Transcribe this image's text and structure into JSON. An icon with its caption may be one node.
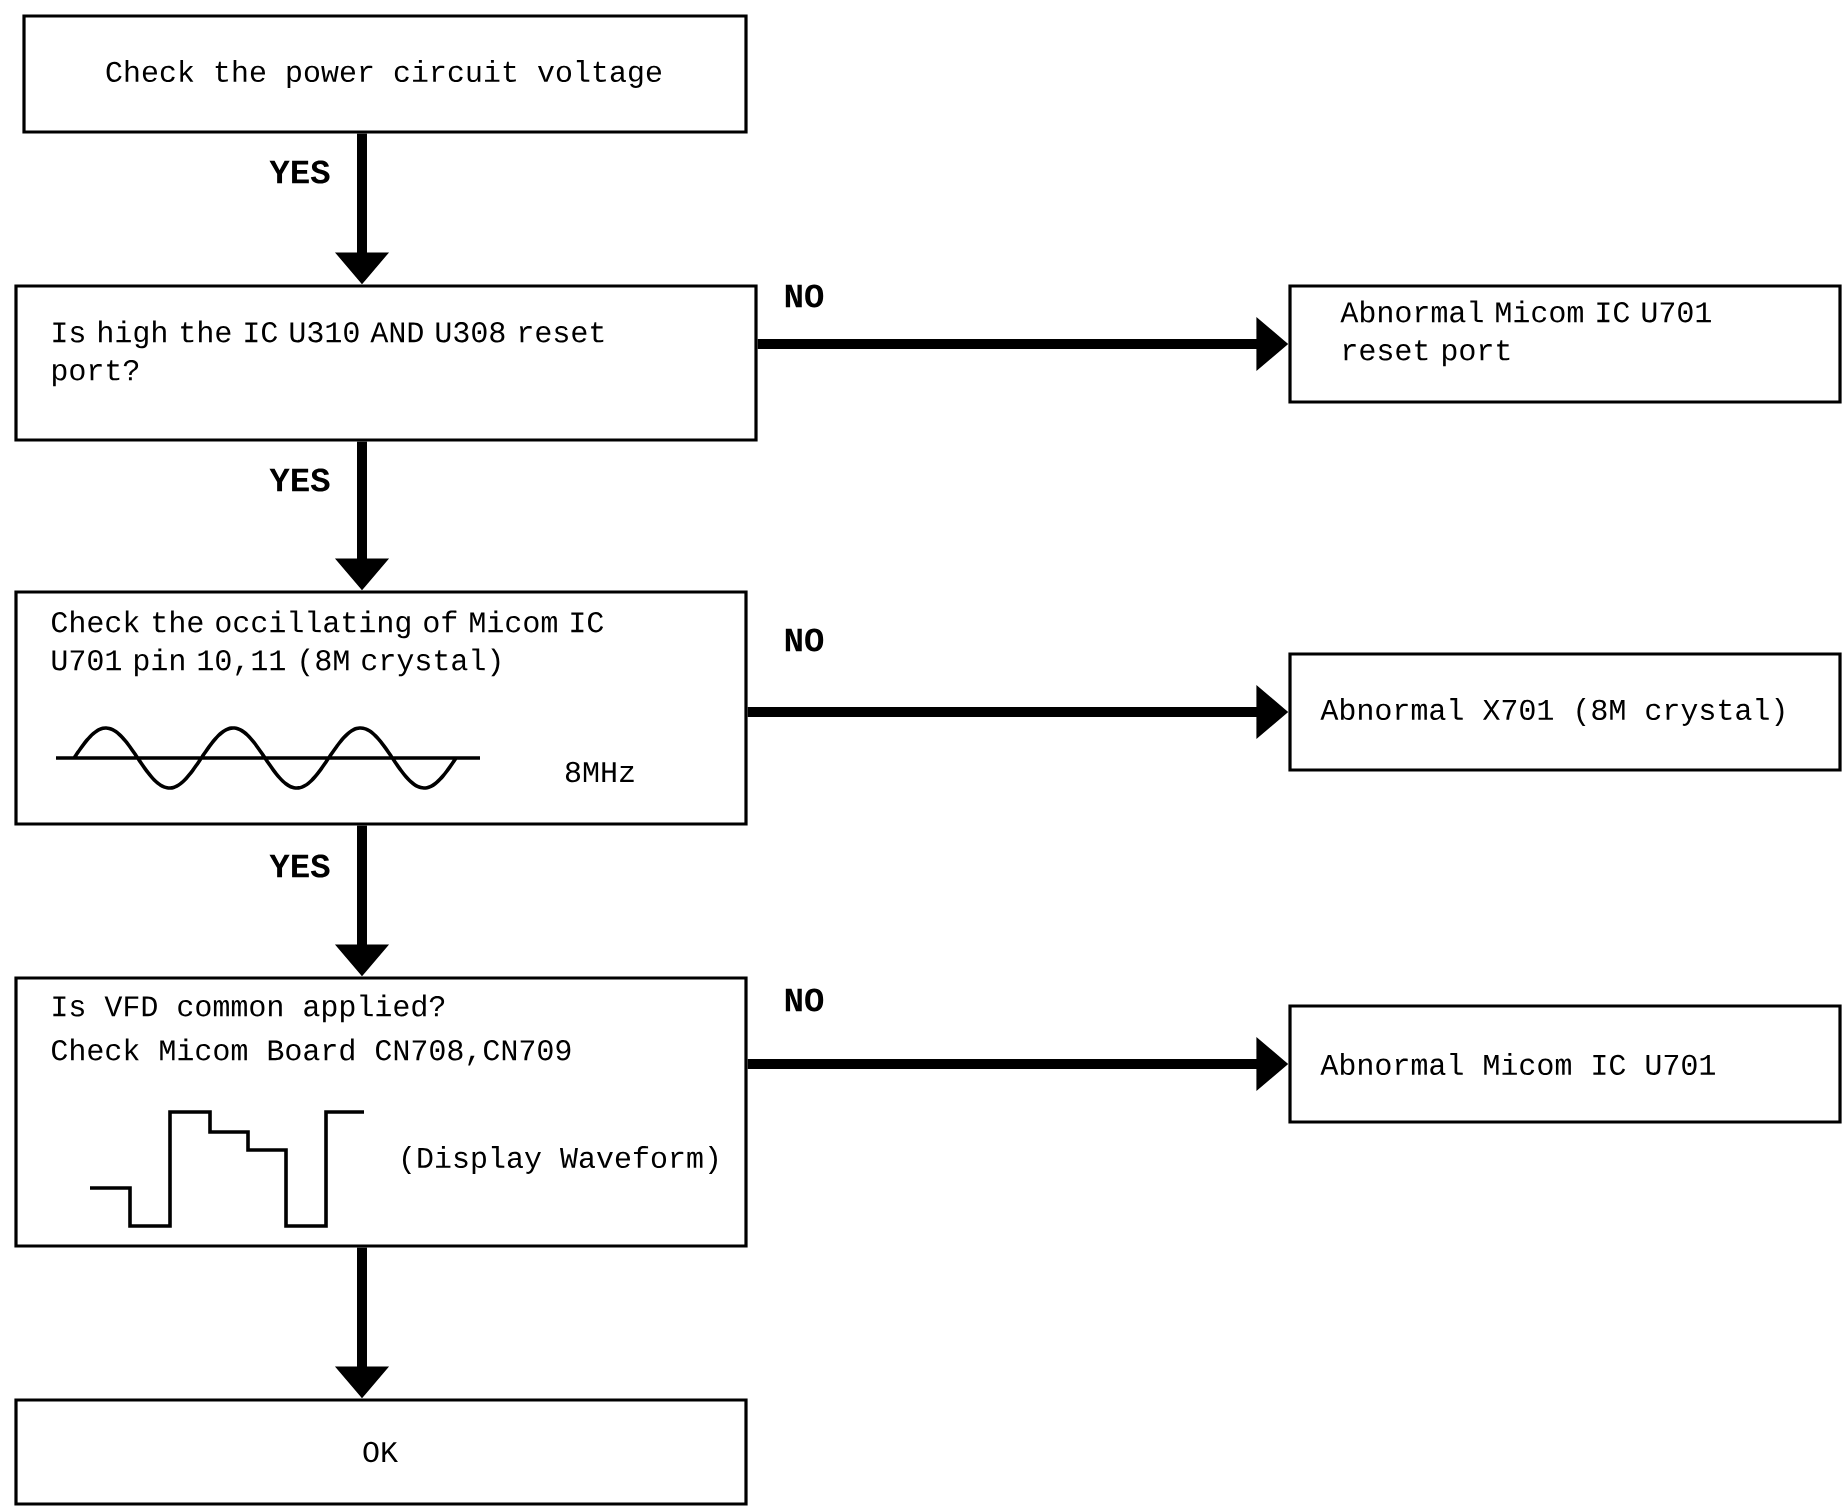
{
  "diagram": {
    "nodes": [
      {
        "text": [
          "Check the power circuit voltage"
        ]
      },
      {
        "text": [
          "Is high the IC U310 AND U308 reset port?"
        ]
      },
      {
        "text": [
          "Abnormal Micom IC U701 reset port"
        ]
      },
      {
        "text": [
          "Check the occillating of Micom IC U701 pin 10,11 (8M crystal)",
          "8MHz"
        ]
      },
      {
        "text": [
          "Abnormal X701 (8M crystal)"
        ]
      },
      {
        "text": [
          "Is VFD common applied?",
          "Check Micom Board CN708,CN709",
          "(Display Waveform)"
        ]
      },
      {
        "text": [
          "Abnormal Micom IC U701"
        ]
      },
      {
        "text": [
          "OK"
        ]
      }
    ],
    "edges": [
      {
        "from": 0,
        "to": 1,
        "arrow": "to",
        "label": "YES"
      },
      {
        "from": 1,
        "to": 2,
        "arrow": "to",
        "label": "NO"
      },
      {
        "from": 1,
        "to": 3,
        "arrow": "to",
        "label": "YES"
      },
      {
        "from": 3,
        "to": 4,
        "arrow": "to",
        "label": "NO"
      },
      {
        "from": 3,
        "to": 5,
        "arrow": "to",
        "label": "YES"
      },
      {
        "from": 5,
        "to": 6,
        "arrow": "to",
        "label": "NO"
      },
      {
        "from": 5,
        "to": 7,
        "arrow": "to"
      }
    ]
  }
}
